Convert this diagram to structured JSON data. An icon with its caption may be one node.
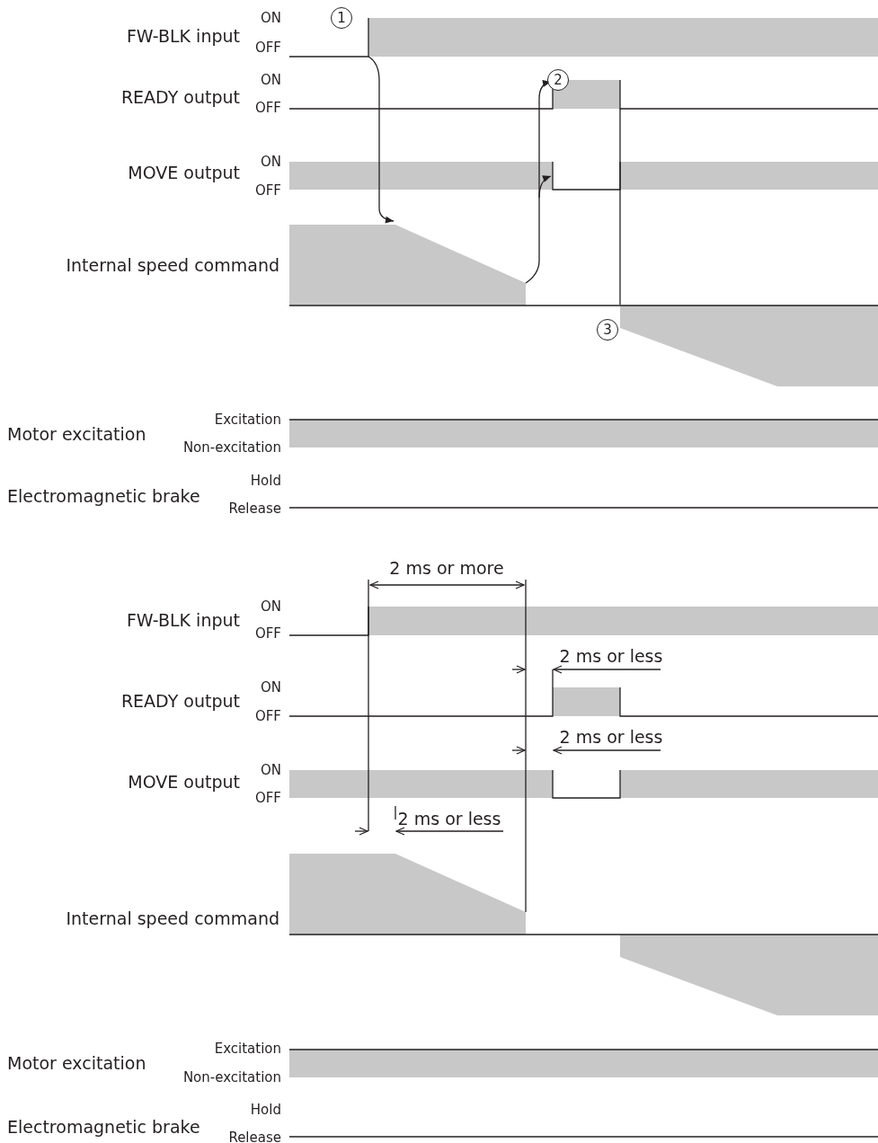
{
  "diagram": {
    "labels": [
      "FW-BLK input",
      "ON",
      "OFF",
      "1",
      "READY output",
      "ON",
      "OFF",
      "2",
      "MOVE output",
      "ON",
      "OFF",
      "Internal speed command",
      "3",
      "Motor excitation",
      "Excitation",
      "Non-excitation",
      "Electromagnetic brake",
      "Hold",
      "Release",
      "2 ms or more",
      "FW-BLK input",
      "ON",
      "OFF",
      "2 ms or less",
      "READY output",
      "ON",
      "OFF",
      "2 ms or less",
      "MOVE output",
      "ON",
      "OFF",
      "2 ms or less",
      "Internal speed command",
      "Motor excitation",
      "Excitation",
      "Non-excitation",
      "Electromagnetic brake",
      "Hold",
      "Release"
    ]
  }
}
